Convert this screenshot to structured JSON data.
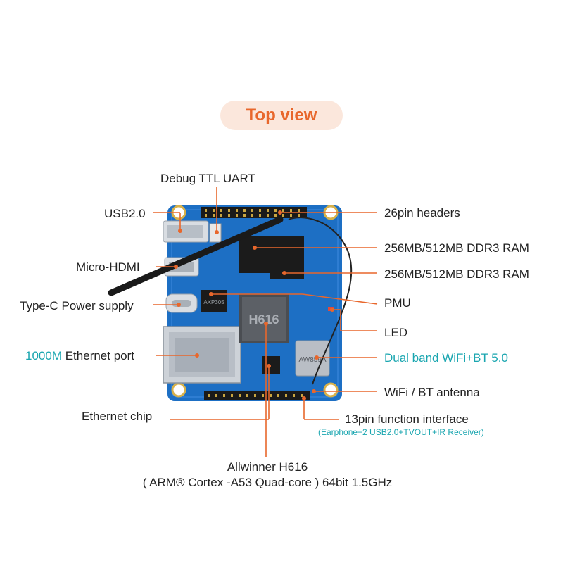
{
  "title": "Top view",
  "labels": {
    "debug_uart": "Debug TTL UART",
    "usb2": "USB2.0",
    "micro_hdmi": "Micro-HDMI",
    "typec_power": "Type-C Power supply",
    "ethernet_speed": "1000M",
    "ethernet_port": "Ethernet port",
    "ethernet_chip": "Ethernet chip",
    "pin_headers": "26pin headers",
    "ram_1": "256MB/512MB DDR3 RAM",
    "ram_2": "256MB/512MB DDR3 RAM",
    "pmu": "PMU",
    "led": "LED",
    "wifi_bt": "Dual band WiFi+BT 5.0",
    "antenna": "WiFi / BT antenna",
    "function_interface": "13pin function interface",
    "function_interface_detail": "(Earphone+2 USB2.0+TVOUT+IR Receiver)",
    "soc_name": "Allwinner H616",
    "soc_detail": "( ARM® Cortex -A53 Quad-core ) 64bit 1.5GHz"
  },
  "chip_text": {
    "soc": "H616",
    "pmu": "AXP305",
    "wifi": "AW859A"
  },
  "colors": {
    "accent": "#e8672c",
    "teal": "#1aa6b0",
    "board": "#1d6fc4",
    "pill": "#fbe7dc"
  }
}
